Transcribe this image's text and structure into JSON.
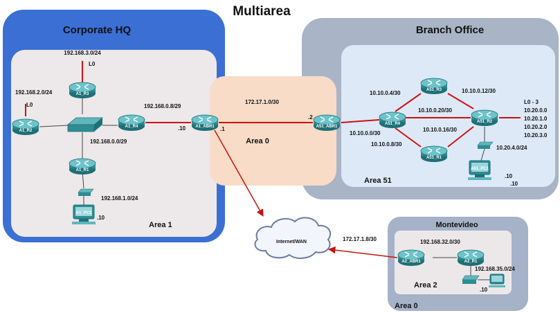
{
  "title": "Multiarea",
  "colors": {
    "hq_border": "#3b6fd4",
    "hq_inner": "#ede8ea",
    "branch_outer": "#a9b4c6",
    "branch_inner": "#dde9f7",
    "area0_fill": "#f8dcc8",
    "monte_outer": "#a5b2c8",
    "monte_inner": "#ece8ea",
    "link_red": "#cc1111",
    "device_teal": "#2e8c93"
  },
  "regions": {
    "hq": {
      "label": "Corporate HQ",
      "area_label": "Area 1"
    },
    "area0_center": {
      "label": "Area 0"
    },
    "branch": {
      "label": "Branch Office",
      "area_label": "Area 51"
    },
    "monte": {
      "label": "Montevideo",
      "area_label": "Area 2",
      "outer_area_label": "Area 0"
    }
  },
  "routers": [
    {
      "id": "a1_r3",
      "label": "A1_R3",
      "icon": "router-icon"
    },
    {
      "id": "a1_r2",
      "label": "A1_R2",
      "icon": "router-icon"
    },
    {
      "id": "a1_r4",
      "label": "A1_R4",
      "icon": "router-icon"
    },
    {
      "id": "a1_r1",
      "label": "A1_R1",
      "icon": "router-icon"
    },
    {
      "id": "a1_abr1",
      "label": "A1_ABR1",
      "icon": "router-icon"
    },
    {
      "id": "a51_abr1",
      "label": "A51_ABR1",
      "icon": "router-icon"
    },
    {
      "id": "a51_r4",
      "label": "A51_R4",
      "icon": "router-icon"
    },
    {
      "id": "a51_r3",
      "label": "A51_R3",
      "icon": "router-icon"
    },
    {
      "id": "a51_r2",
      "label": "A51_R2",
      "icon": "router-icon"
    },
    {
      "id": "a51_r1",
      "label": "A51_R1",
      "icon": "router-icon"
    },
    {
      "id": "a2_abr1",
      "label": "A2_ABR1",
      "icon": "router-icon"
    },
    {
      "id": "a2_r1",
      "label": "A2_R1",
      "icon": "router-icon"
    }
  ],
  "switches": [
    {
      "id": "a1_sw_main",
      "icon": "switch-icon"
    },
    {
      "id": "a1_sw_pc",
      "icon": "switch-icon"
    },
    {
      "id": "a51_sw",
      "icon": "switch-icon"
    },
    {
      "id": "a2_sw",
      "icon": "switch-icon"
    }
  ],
  "pcs": [
    {
      "id": "a1_pc1",
      "label": "A1_PC1",
      "icon": "pc-icon"
    },
    {
      "id": "a51_pc1",
      "label": "A51_PC1",
      "icon": "pc-icon"
    },
    {
      "id": "a2_pc",
      "label": "",
      "icon": "pc-icon"
    }
  ],
  "cloud": {
    "label": "Internet/WAN",
    "icon": "cloud-icon"
  },
  "network_labels": {
    "n_192_168_3": "192.168.3.0/24",
    "l0_r3": "L0",
    "n_192_168_2": "192.168.2.0/24",
    "l0_r2": "L0",
    "n_192_168_0_8": "192.168.0.8/29",
    "host_10_abr": ".10",
    "n_192_168_0_0": "192.168.0.0/29",
    "n_192_168_1": "192.168.1.0/24",
    "host_10_pc": ".10",
    "n_172_17_1_0": "172.17.1.0/30",
    "host_1_abr": ".1",
    "host_2_abr": ".2",
    "n_10_10_0_4": "10.10.0.4/30",
    "n_10_10_0_12": "10.10.0.12/30",
    "n_10_10_0_20": "10.10.0.20/30",
    "n_10_10_0_0": "10.10.0.0/30",
    "n_10_10_0_16": "10.10.0.16/30",
    "n_10_10_0_8": "10.10.0.8/30",
    "loopbacks_title": "L0 - 3",
    "lb_1": "10.20.0.0",
    "lb_2": "10.20.1.0",
    "lb_3": "10.20.2.0",
    "lb_4": "10.20.3.0",
    "n_10_20_4": "10.20.4.0/24",
    "host_10_a": ".10",
    "host_10_b": ".10",
    "n_172_17_1_8": "172.17.1.8/30",
    "n_192_168_32": "192.168.32.0/30",
    "n_192_168_35": "192.168.35.0/24",
    "host_10_a2": ".10"
  }
}
